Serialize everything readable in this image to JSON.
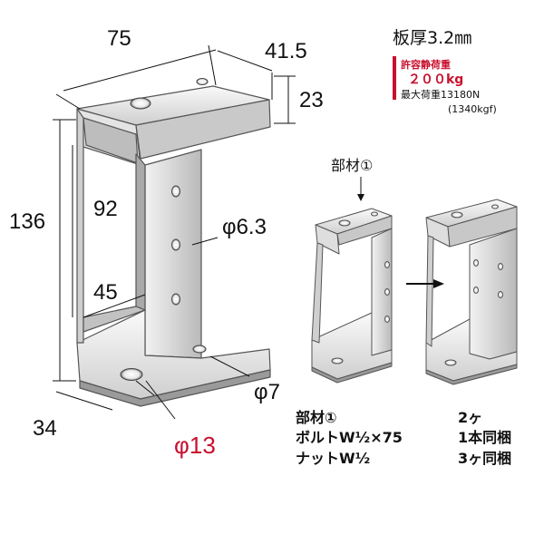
{
  "specs": {
    "thickness": "板厚3.2㎜",
    "allowable_label": "許容静荷重",
    "allowable_value": "２００kg",
    "max_label": "最大荷重13180N",
    "max_sub": "(1340kgf)"
  },
  "dimensions": {
    "width": "75",
    "depth": "41.5",
    "top_height": "23",
    "total_height": "136",
    "inner_height": "92",
    "inner_width": "45",
    "bottom_depth": "34",
    "hole_mid": "φ6.3",
    "hole_small": "φ7",
    "hole_large": "φ13"
  },
  "callout": {
    "part": "部材①"
  },
  "parts_list": [
    {
      "name": "部材①",
      "qty": "2ヶ"
    },
    {
      "name": "ボルトW½×75",
      "qty": "1本同梱"
    },
    {
      "name": "ナットW½",
      "qty": "3ヶ同梱"
    }
  ],
  "colors": {
    "accent": "#c8102e",
    "metal": "#d9d9d9"
  }
}
